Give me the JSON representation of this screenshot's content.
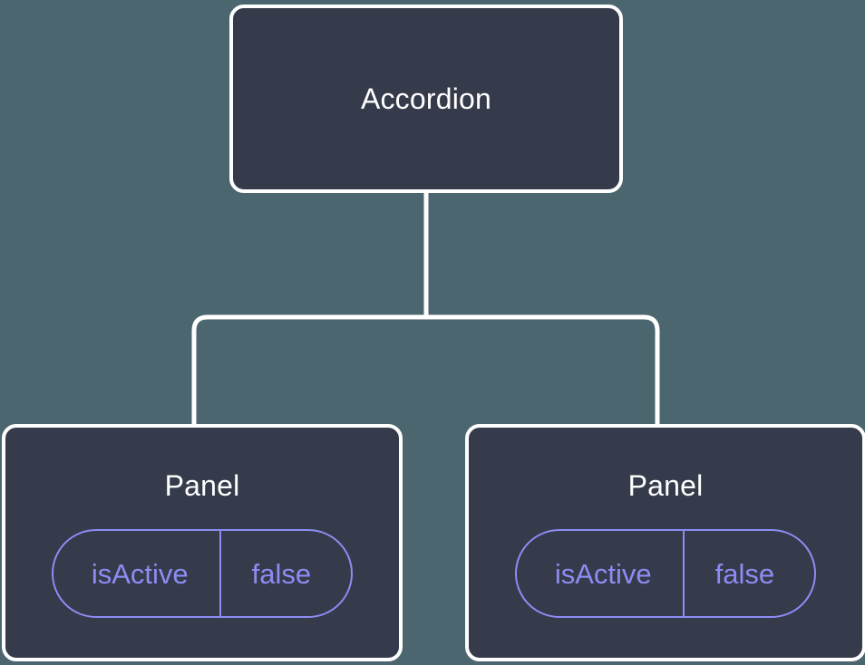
{
  "theme": {
    "background": "#4c6670",
    "node_fill": "#353b4a",
    "node_border": "#ffffff",
    "node_title_color": "#ffffff",
    "prop_accent": "#8d8cf5",
    "connector_color": "#ffffff"
  },
  "tree": {
    "root": {
      "label": "Accordion"
    },
    "children": [
      {
        "label": "Panel",
        "props": [
          {
            "key": "isActive",
            "value": "false"
          }
        ]
      },
      {
        "label": "Panel",
        "props": [
          {
            "key": "isActive",
            "value": "false"
          }
        ]
      }
    ]
  }
}
